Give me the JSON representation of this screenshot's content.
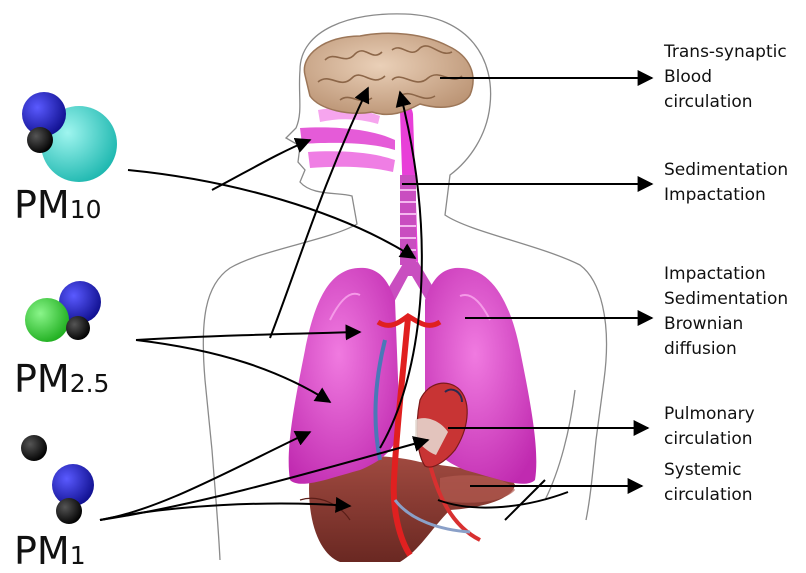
{
  "particles": [
    {
      "name": "PM10",
      "main": "PM",
      "sub": "10"
    },
    {
      "name": "PM2.5",
      "main": "PM",
      "sub": "2.5"
    },
    {
      "name": "PM1",
      "main": "PM",
      "sub": "1"
    }
  ],
  "mechanisms": [
    {
      "organ": "brain",
      "lines": [
        "Trans-synaptic",
        "Blood",
        "circulation"
      ]
    },
    {
      "organ": "trachea",
      "lines": [
        "Sedimentation",
        "Impactation"
      ]
    },
    {
      "organ": "lungs",
      "lines": [
        "Impactation",
        "Sedimentation",
        "Brownian",
        "diffusion"
      ]
    },
    {
      "organ": "heart",
      "lines": [
        "Pulmonary",
        "circulation"
      ]
    },
    {
      "organ": "liver",
      "lines": [
        "Systemic",
        "circulation"
      ]
    }
  ],
  "colors": {
    "pm10_large": "#2fd0c8",
    "particle_blue": "#1c1cc0",
    "particle_black": "#000000",
    "particle_green": "#2ecc2e",
    "airway": "#e83fd8",
    "lungs": "#e050c8",
    "brain": "#d8b89c",
    "liver": "#8a3a32",
    "blood": "#e02020"
  }
}
